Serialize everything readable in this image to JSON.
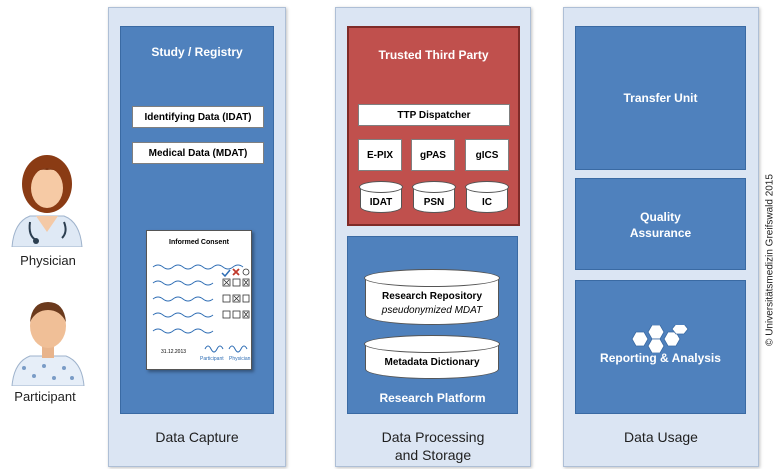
{
  "people": {
    "physician_label": "Physician",
    "participant_label": "Participant"
  },
  "columns": {
    "capture": {
      "label": "Data Capture",
      "panel_title": "Study / Registry",
      "idat": "Identifying Data (IDAT)",
      "mdat": "Medical Data (MDAT)",
      "consent": {
        "title": "Informed Consent",
        "date": "31.12.2013",
        "sig_participant": "Participant",
        "sig_physician": "Physician"
      }
    },
    "processing": {
      "label_line1": "Data Processing",
      "label_line2": "and Storage",
      "ttp_title": "Trusted Third Party",
      "dispatcher": "TTP Dispatcher",
      "modules": [
        "E-PIX",
        "gPAS",
        "gICS"
      ],
      "stores": [
        "IDAT",
        "PSN",
        "IC"
      ],
      "repository_line1": "Research Repository",
      "repository_line2": "pseudonymized MDAT",
      "metadata": "Metadata Dictionary",
      "platform_title": "Research Platform"
    },
    "usage": {
      "label": "Data Usage",
      "transfer": "Transfer Unit",
      "quality_line1": "Quality",
      "quality_line2": "Assurance",
      "reporting": "Reporting & Analysis"
    }
  },
  "copyright": "© Universitätsmedizin Greifswald 2015",
  "colors": {
    "column_bg": "#dbe5f3",
    "blue_panel": "#4f81bd",
    "ttp_red": "#c0504d"
  },
  "icons": [
    "physician-icon",
    "participant-icon",
    "hexagon-network-icon"
  ]
}
